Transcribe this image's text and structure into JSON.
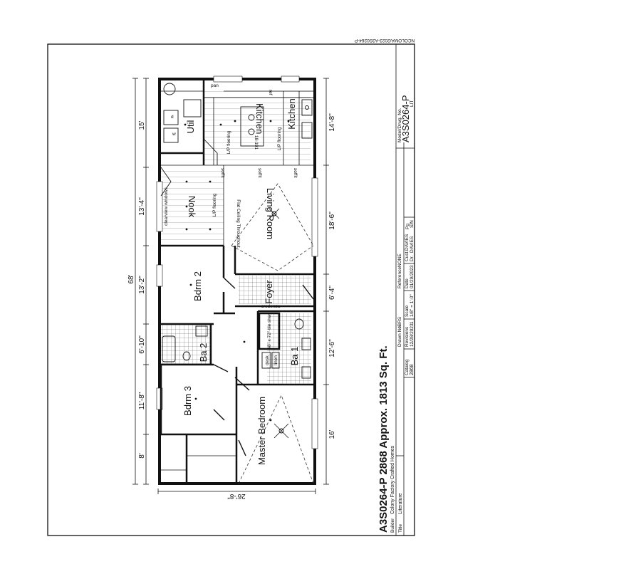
{
  "sheet": {
    "header_code": "NCOLOMA/2023-A3S0264-P",
    "plan_title": "A3S0264-P 2868  Approx. 1813 Sq. Ft."
  },
  "rooms": {
    "kitchen_a": "Kitchen",
    "kitchen_b": "Kitchen",
    "util": "Util",
    "nook": "Nook",
    "living_room": "Living Room",
    "flat_ceiling": "Flat Ceiling Throughout",
    "foyer": "Foyer",
    "bdrm2": "Bdrm 2",
    "ba2": "Ba 2",
    "ba1": "Ba 1",
    "bdrm3": "Bdrm 3",
    "master": "Master Bedroom"
  },
  "notes": {
    "pan": "pan",
    "lvp1": "L/P flooring",
    "lvp2": "L/P flooring",
    "lvp3": "L/P flooring",
    "soffit1": "soffit",
    "soffit2": "soffit",
    "soffit3": "soffit",
    "island": "18-191",
    "clearview": "clearview windows",
    "credenza": "credenza",
    "shower": "48\" x 72\" tile shwr",
    "desk": "desk",
    "linen": "linen",
    "w": "w",
    "d": "d",
    "ref": "ref"
  },
  "dims": {
    "left_15": "15'",
    "left_13_4": "13'-4\"",
    "left_13_2": "13'-2\"",
    "left_6_10": "6'-10\"",
    "left_11_8": "11'-8\"",
    "left_8": "8'",
    "overall_68": "68'",
    "right_14_8": "14'-8\"",
    "right_18_6": "18'-6\"",
    "right_6_4": "6'-4\"",
    "right_12_6": "12'-6\"",
    "right_16": "16'",
    "width_26_8": "26'-8\""
  },
  "title_block": {
    "builder_label": "Builder",
    "builder_value": "Colony Factory Crafted Homes",
    "title_label": "Title",
    "title_value": "Literature",
    "catalog_label": "Catalog",
    "catalog_value": "2868",
    "revisions_label": "Revisions",
    "revisions_value": "1",
    "revdate_value": "12/28/2023",
    "drawn_label": "Drawn No.",
    "drawn_value": "IBRS",
    "scale_label": "Scale",
    "scale_value": "1/8\" = 1'-0\"",
    "date_label": "Date",
    "date_value": "01/29/2023",
    "reference_label": "Reference",
    "reference_value": "NONE",
    "cust_label": "Cust.",
    "cust_value": "DAVIES",
    "dr_label": "Dr.",
    "dr_value": "DAVIES",
    "sn_label": "S/N",
    "model_label": "Model/Drwg. No.",
    "model_value": "A3S0264-P",
    "lit_value": "LIT",
    "pg_label": "Pg"
  }
}
